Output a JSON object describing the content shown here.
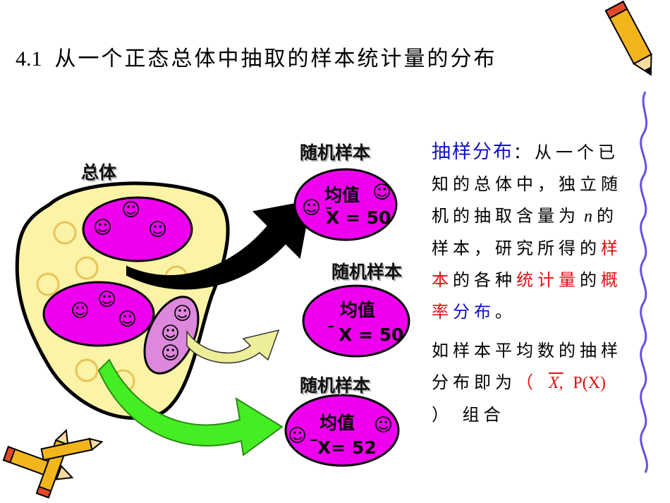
{
  "title": {
    "number": "4.1",
    "text": "从一个正态总体中抽取的样本统计量的分布"
  },
  "population_label": "总体",
  "samples": [
    {
      "label": "随机样本",
      "mean_label": "均值",
      "value_text": "X = 50"
    },
    {
      "label": "随机样本",
      "mean_label": "均值",
      "value_text": "X = 50"
    },
    {
      "label": "随机样本",
      "mean_label": "均值",
      "value_text": "X= 52"
    }
  ],
  "smiley_glyph": "☺",
  "description": {
    "term": "抽样分布",
    "colon": "：",
    "line_a": "从一个已知的总体中，独立随机的抽取含量为",
    "n": "n",
    "line_b": "的样本，研究所得的",
    "sample": "样本",
    "line_c": "的各种",
    "statistic": "统计量",
    "de": "的",
    "probability": "概率",
    "distribution": "分布",
    "period": "。"
  },
  "description2": {
    "text": "如样本平均数的抽样分布即为",
    "paren_open": "（",
    "xbar": "X,",
    "pxbar": "P(X)",
    "paren_close": "）",
    "combo": "组合"
  },
  "colors": {
    "population": "#fbf3a6",
    "sample": "#ee00ee",
    "sample_light": "#dd88dd",
    "arrow_green": "#44ee22",
    "arrow_black": "#000000",
    "arrow_yellow": "#eeee99",
    "text_blue": "#1010d0",
    "text_red": "#e01010",
    "spiral": "#6a4fe0"
  }
}
